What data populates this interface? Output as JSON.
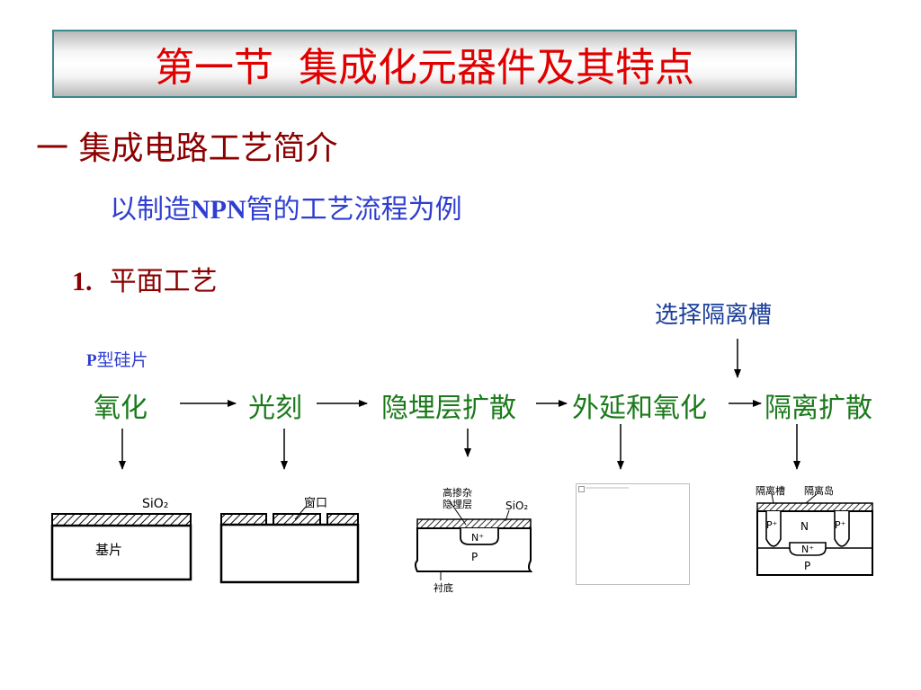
{
  "title": "第一节  集成化元器件及其特点",
  "heading": "一 集成电路工艺简介",
  "subheading_prefix": "以制造",
  "subheading_npn": "NPN",
  "subheading_suffix": "管的工艺流程为例",
  "step_number": "1.",
  "step_title": "平面工艺",
  "annotation_top": "选择隔离槽",
  "wafer_label_p": "P",
  "wafer_label_rest": "型硅片",
  "steps": [
    "氧化",
    "光刻",
    "隐埋层扩散",
    "外延和氧化",
    "隔离扩散"
  ],
  "diagram_labels": {
    "d1_sio2": "SiO₂",
    "d1_substrate": "基片",
    "d2_window": "窗口",
    "d3_heavy": "高掺杂",
    "d3_buried": "隐埋层",
    "d3_sio2": "SiO₂",
    "d3_nplus": "N⁺",
    "d3_p": "P",
    "d3_substrate": "衬底",
    "d5_groove": "隔离槽",
    "d5_island": "隔离岛",
    "d5_pplus_left": "P⁺",
    "d5_n": "N",
    "d5_pplus_right": "P⁺",
    "d5_nplus": "N⁺",
    "d5_p": "P"
  }
}
